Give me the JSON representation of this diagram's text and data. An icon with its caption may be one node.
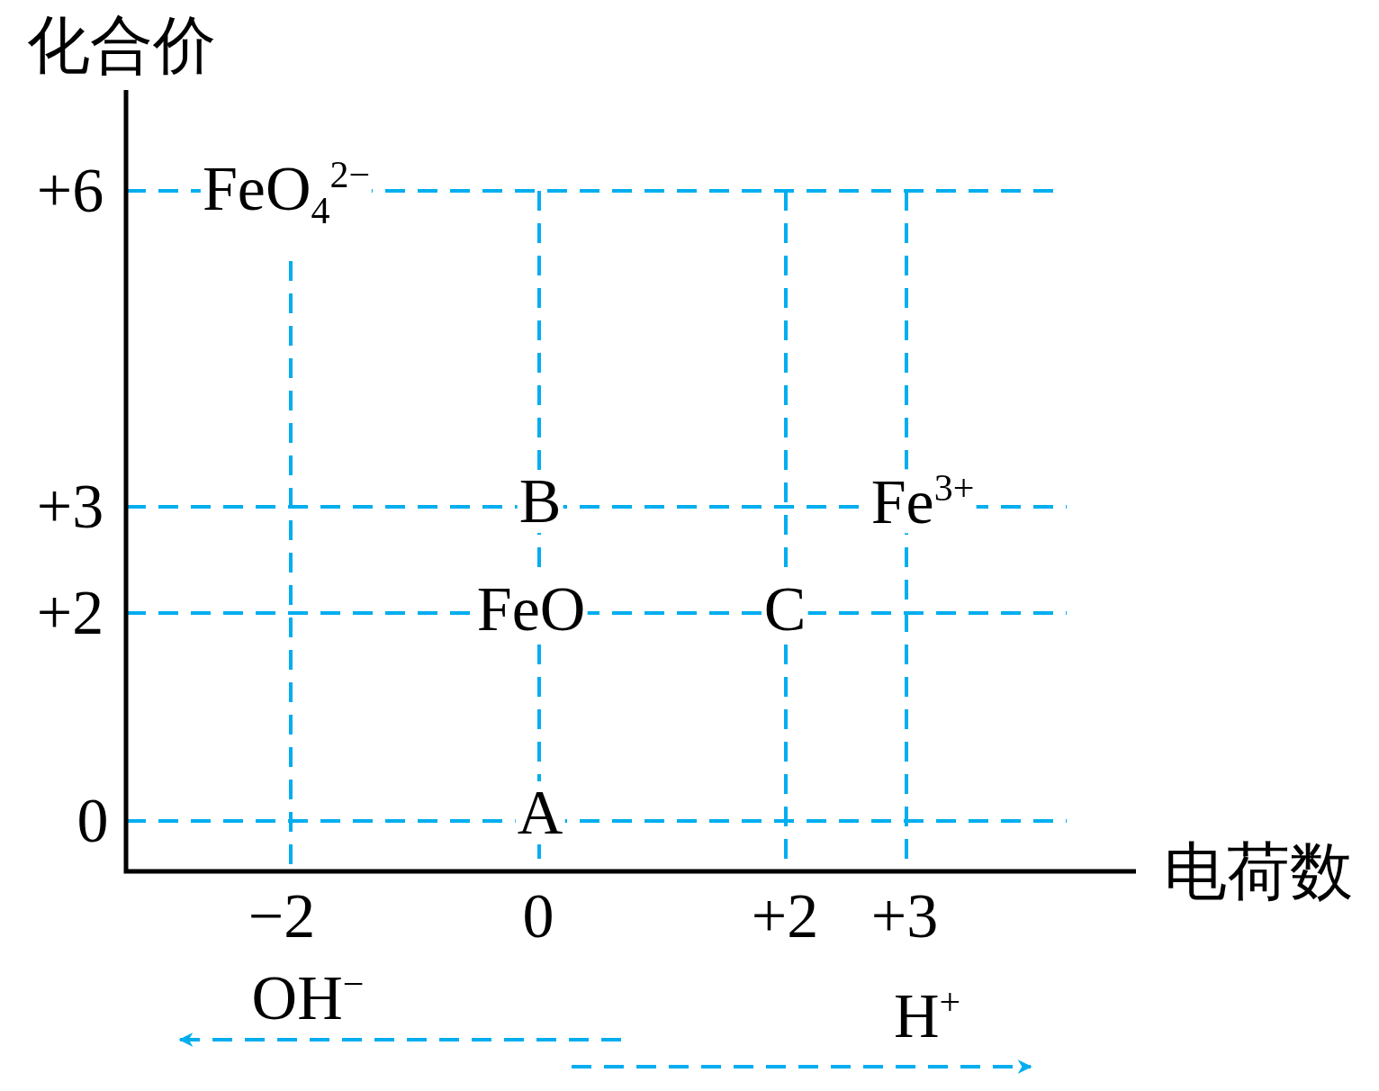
{
  "diagram": {
    "labels": [
      "化合价",
      "+6",
      "FeO$_{4}$$^{2−}$",
      "+3",
      "B",
      "Fe$^{3+}$",
      "+2",
      "FeO",
      "C",
      "0",
      "A",
      "电荷数",
      "−2",
      "0",
      "+2",
      "+3",
      "OH$^{−}$",
      "H$^{+}$"
    ]
  }
}
